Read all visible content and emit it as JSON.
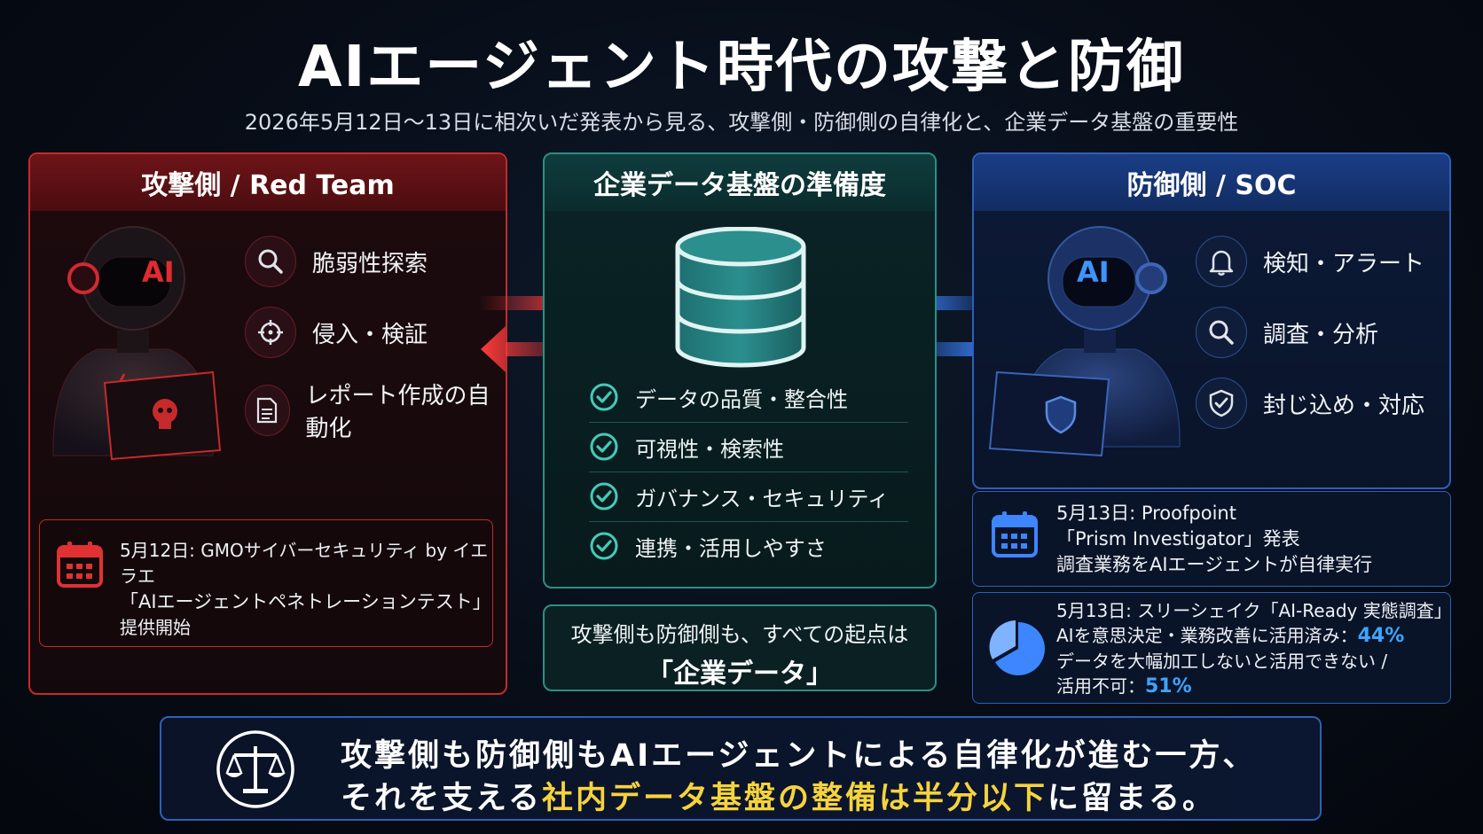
{
  "title": "AIエージェント時代の攻撃と防御",
  "subtitle": "2026年5月12日〜13日に相次いだ発表から見る、攻撃側・防御側の自律化と、企業データ基盤の重要性",
  "colors": {
    "red": "#c62a2a",
    "teal": "#2d8f86",
    "blue": "#2f5fb8",
    "highlight": "#f6d33d",
    "percent": "#3ea4ff"
  },
  "red_panel": {
    "header": "攻撃側 / Red Team",
    "robot_badge": "AI",
    "items": [
      {
        "icon": "search-icon",
        "label": "脆弱性探索"
      },
      {
        "icon": "crosshair-icon",
        "label": "侵入・検証"
      },
      {
        "icon": "document-icon",
        "label": "レポート作成の自動化"
      }
    ],
    "note": {
      "icon": "calendar-icon",
      "line1": "5月12日: GMOサイバーセキュリティ by イエラエ",
      "line2": "「AIエージェントペネトレーションテスト」",
      "line3": "提供開始"
    }
  },
  "center_panel": {
    "header": "企業データ基盤の準備度",
    "icon": "database-icon",
    "checks": [
      "データの品質・整合性",
      "可視性・検索性",
      "ガバナンス・セキュリティ",
      "連携・活用しやすさ"
    ],
    "message_line1": "攻撃側も防御側も、すべての起点は",
    "message_line2": "「企業データ」"
  },
  "blue_panel": {
    "header": "防御側 / SOC",
    "robot_badge": "AI",
    "items": [
      {
        "icon": "bell-icon",
        "label": "検知・アラート"
      },
      {
        "icon": "search-icon",
        "label": "調査・分析"
      },
      {
        "icon": "shield-check-icon",
        "label": "封じ込め・対応"
      }
    ],
    "note1": {
      "icon": "calendar-icon",
      "line1": "5月13日: Proofpoint",
      "line2": "「Prism Investigator」発表",
      "line3": "調査業務をAIエージェントが自律実行"
    },
    "note2": {
      "icon": "pie-chart-icon",
      "line1": "5月13日: スリーシェイク「AI-Ready 実態調査」",
      "line2_prefix": "AIを意思決定・業務改善に活用済み：",
      "line2_value": "44%",
      "line3": "データを大幅加工しないと活用できない /",
      "line4_prefix": "活用不可：",
      "line4_value": "51%"
    }
  },
  "bottom": {
    "icon": "scales-icon",
    "line1": "攻撃側も防御側もAIエージェントによる自律化が進む一方、",
    "line2_prefix": "それを支える",
    "line2_highlight1": "社内データ基盤",
    "line2_mid": "の",
    "line2_highlight2": "整備は半分以下",
    "line2_suffix": "に留まる。"
  }
}
